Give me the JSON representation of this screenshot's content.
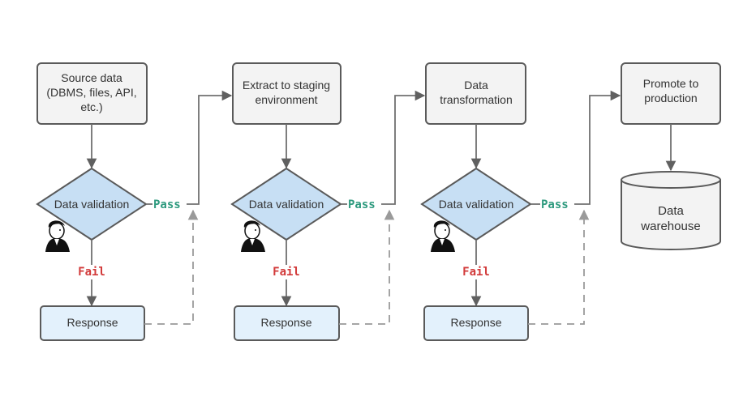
{
  "diagram": {
    "stages": [
      {
        "box_lines": [
          "Source data",
          "(DBMS, files, API,",
          "etc.)"
        ],
        "validation": "Data validation",
        "pass": "Pass",
        "fail": "Fail",
        "response": "Response"
      },
      {
        "box_lines": [
          "Extract to staging",
          "environment"
        ],
        "validation": "Data validation",
        "pass": "Pass",
        "fail": "Fail",
        "response": "Response"
      },
      {
        "box_lines": [
          "Data",
          "transformation"
        ],
        "validation": "Data validation",
        "pass": "Pass",
        "fail": "Fail",
        "response": "Response"
      }
    ],
    "final": {
      "box_lines": [
        "Promote to",
        "production"
      ],
      "warehouse_lines": [
        "Data",
        "warehouse"
      ]
    },
    "icons": {
      "validator": "person-portrait-icon"
    },
    "colors": {
      "process_box": "#f3f3f3",
      "decision": "#c7dff4",
      "response": "#e3f1fc",
      "pass": "#2e9a7e",
      "fail": "#d23a3a"
    }
  }
}
